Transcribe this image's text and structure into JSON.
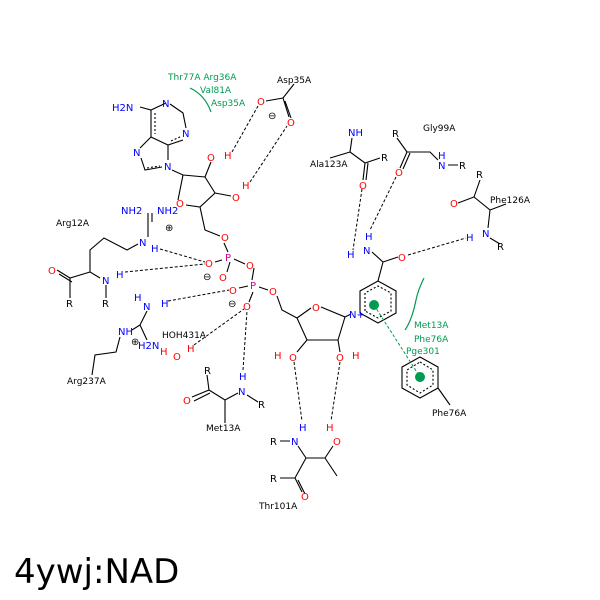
{
  "title": "4ywj:NAD",
  "residues": {
    "asp35": "Asp35A",
    "ala123": "Ala123A",
    "gly99": "Gly99A",
    "phe126": "Phe126A",
    "arg12": "Arg12A",
    "arg237": "Arg237A",
    "hoh431": "HOH431A",
    "met13": "Met13A",
    "thr101": "Thr101A",
    "phe76": "Phe76A"
  },
  "hydrophobic_contacts": {
    "adenine": [
      "Thr77A Arg36A",
      "Val81A",
      "Asp35A"
    ],
    "nicotinamide": [
      "Met13A",
      "Phe76A",
      "Pge301"
    ]
  },
  "atoms": {
    "nh2": "H2N",
    "n": "N",
    "o": "O",
    "h": "H",
    "p": "P",
    "r": "R",
    "nh": "NH",
    "nh2r": "NH2",
    "h2n": "H2N",
    "nplus": "N+",
    "minus": "⊖",
    "plus": "⊕"
  },
  "colors": {
    "hydrophobic": "#009a50",
    "nitrogen": "#0000ff",
    "oxygen": "#ff0000",
    "phosphorus": "#cc0099"
  }
}
